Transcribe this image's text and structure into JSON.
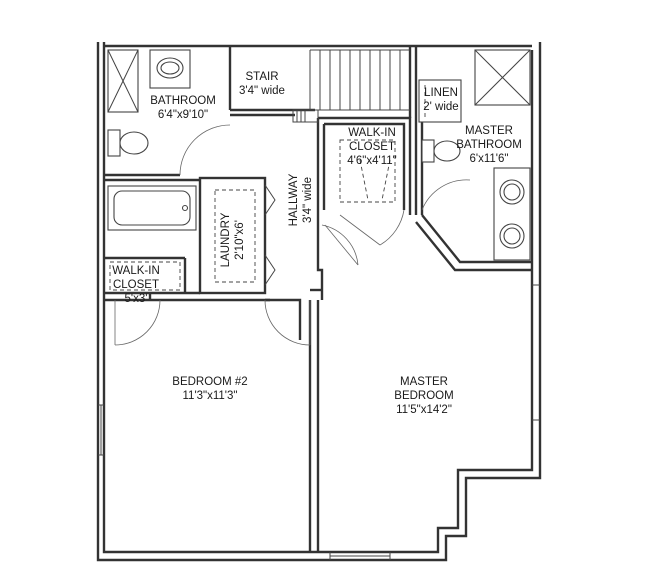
{
  "rooms": {
    "bathroom": {
      "name": "BATHROOM",
      "size": "6'4\"x9'10\""
    },
    "stair": {
      "name": "STAIR",
      "size": "3'4\" wide"
    },
    "linen": {
      "name": "LINEN",
      "size": "2' wide"
    },
    "master_bathroom": {
      "name1": "MASTER",
      "name2": "BATHROOM",
      "size": "6'x11'6\""
    },
    "walkin_closet_master": {
      "name1": "WALK-IN",
      "name2": "CLOSET",
      "size": "4'6\"x4'11\""
    },
    "hallway": {
      "name": "HALLWAY",
      "size": "3'4\" wide"
    },
    "laundry": {
      "name": "LAUNDRY",
      "size": "2'10\"x6'"
    },
    "walkin_closet_2": {
      "name1": "WALK-IN",
      "name2": "CLOSET",
      "size": "5'x3'"
    },
    "bedroom2": {
      "name": "BEDROOM #2",
      "size": "11'3\"x11'3\""
    },
    "master_bedroom": {
      "name1": "MASTER",
      "name2": "BEDROOM",
      "size": "11'5\"x14'2\""
    }
  }
}
